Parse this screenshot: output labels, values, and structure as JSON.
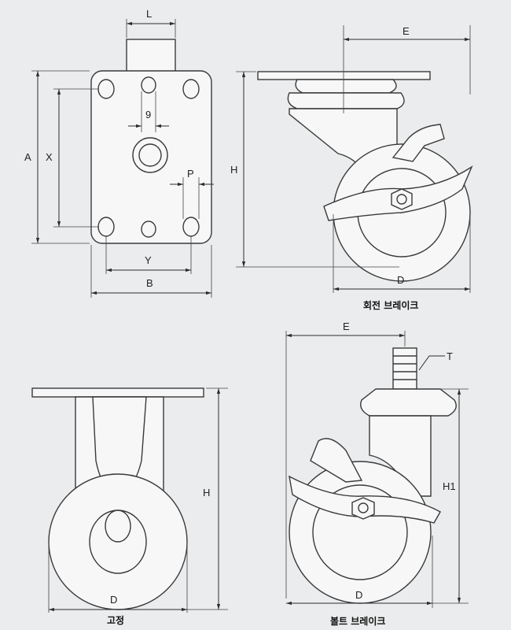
{
  "dimensions": {
    "L": "L",
    "A": "A",
    "X": "X",
    "nine": "9",
    "P": "P",
    "Y": "Y",
    "B": "B",
    "E_top": "E",
    "H_top": "H",
    "D_top": "D",
    "H_fixed": "H",
    "D_fixed": "D",
    "E_bolt": "E",
    "T": "T",
    "H1": "H1",
    "D_bolt": "D"
  },
  "captions": {
    "swivel_brake": "회전 브레이크",
    "fixed": "고정",
    "bolt_brake": "볼트 브레이크"
  }
}
